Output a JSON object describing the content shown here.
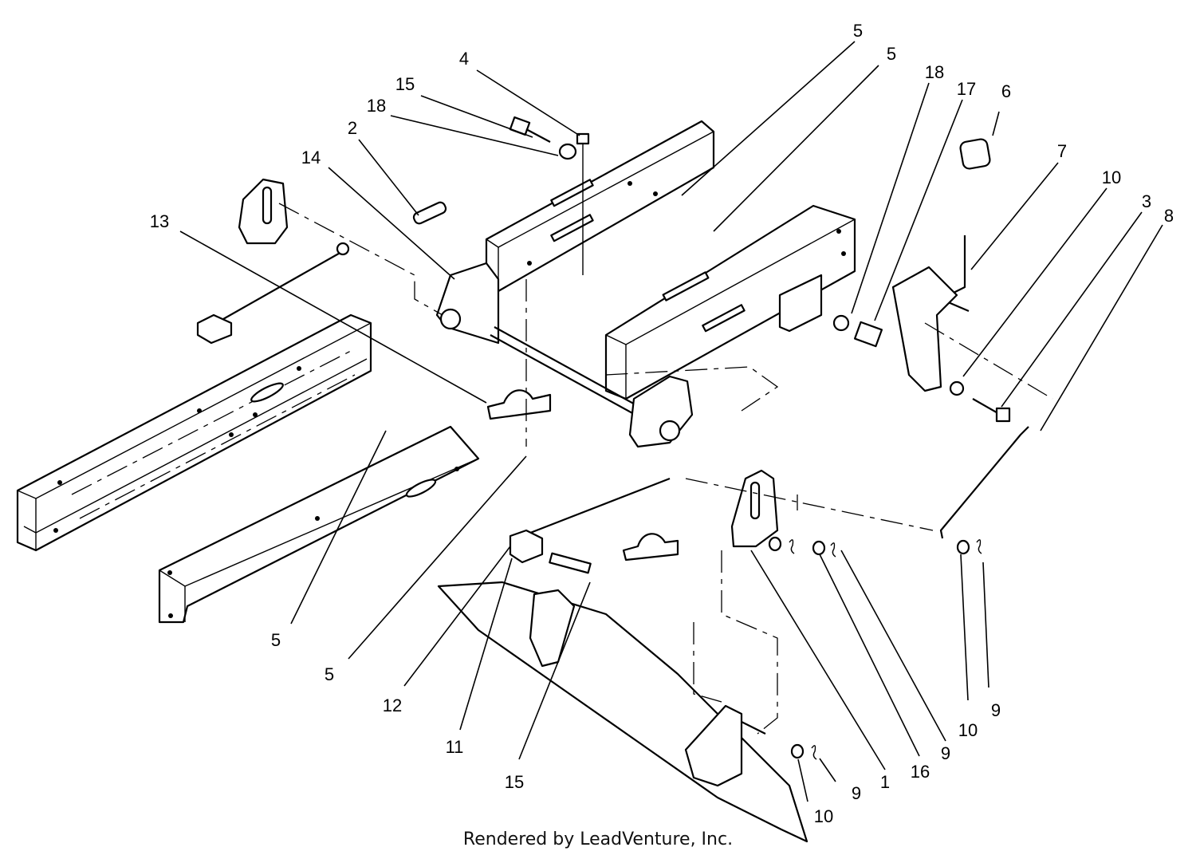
{
  "header": {
    "fragment": ""
  },
  "credit": "Rendered by LeadVenture, Inc.",
  "callouts": [
    {
      "id": "c01",
      "label": "5"
    },
    {
      "id": "c02",
      "label": "5"
    },
    {
      "id": "c03",
      "label": "4"
    },
    {
      "id": "c04",
      "label": "15"
    },
    {
      "id": "c05",
      "label": "18"
    },
    {
      "id": "c06",
      "label": "2"
    },
    {
      "id": "c07",
      "label": "14"
    },
    {
      "id": "c08",
      "label": "13"
    },
    {
      "id": "c09",
      "label": "18"
    },
    {
      "id": "c10",
      "label": "17"
    },
    {
      "id": "c11",
      "label": "6"
    },
    {
      "id": "c12",
      "label": "7"
    },
    {
      "id": "c13",
      "label": "10"
    },
    {
      "id": "c14",
      "label": "3"
    },
    {
      "id": "c15",
      "label": "8"
    },
    {
      "id": "c16",
      "label": "5"
    },
    {
      "id": "c17",
      "label": "5"
    },
    {
      "id": "c18",
      "label": "12"
    },
    {
      "id": "c19",
      "label": "11"
    },
    {
      "id": "c20",
      "label": "15"
    },
    {
      "id": "c21",
      "label": "10"
    },
    {
      "id": "c22",
      "label": "9"
    },
    {
      "id": "c23",
      "label": "1"
    },
    {
      "id": "c24",
      "label": "16"
    },
    {
      "id": "c25",
      "label": "9"
    },
    {
      "id": "c26",
      "label": "10"
    },
    {
      "id": "c27",
      "label": "9"
    }
  ]
}
